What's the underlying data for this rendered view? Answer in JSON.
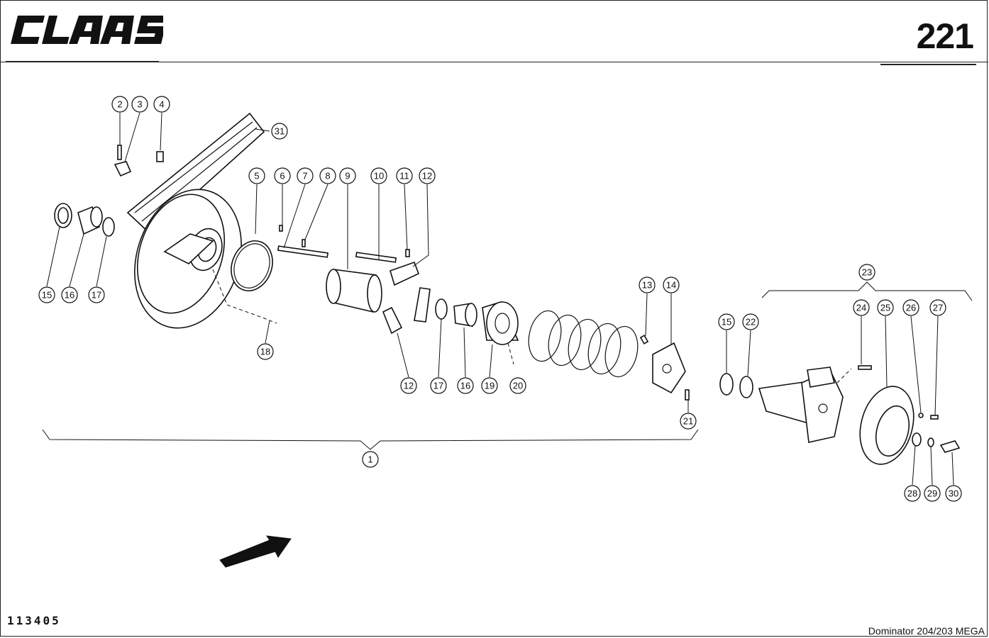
{
  "brand": {
    "name": "CLAAS"
  },
  "page": {
    "number": "221"
  },
  "footer": {
    "drawing_number": "113405",
    "model": "Dominator 204/203 MEGA"
  },
  "diagram": {
    "callouts": [
      "2",
      "3",
      "4",
      "31",
      "5",
      "6",
      "7",
      "8",
      "9",
      "10",
      "11",
      "12",
      "15",
      "16",
      "17",
      "18",
      "12",
      "17",
      "16",
      "19",
      "20",
      "13",
      "14",
      "21",
      "1",
      "23",
      "15",
      "22",
      "24",
      "25",
      "26",
      "27",
      "28",
      "29",
      "30"
    ],
    "assembly_arrow": "direction-arrow-icon"
  }
}
